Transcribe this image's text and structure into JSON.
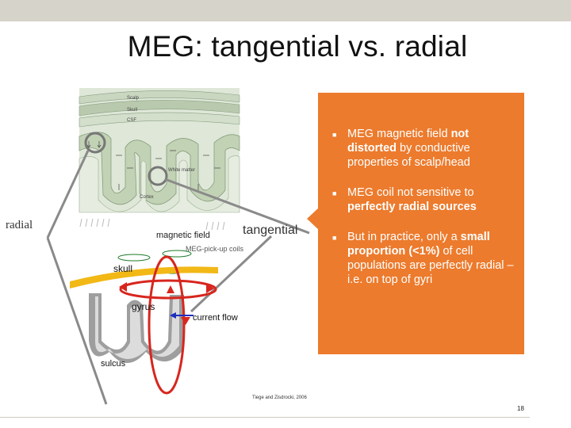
{
  "slide": {
    "title": "MEG: tangential vs. radial",
    "page_number": "18"
  },
  "figure": {
    "radial_label": "radial",
    "tangential_label": "tangential",
    "magnetic_field_label": "magnetic field",
    "pickup_coils_label": "MEG-pick-up coils",
    "skull_label": "skull",
    "gyrus_label": "gyrus",
    "current_flow_label": "current flow",
    "sulcus_label": "sulcus",
    "citation": "Tiege and Zisdrocki, 2006",
    "anatomy_labels": {
      "scalp": "Scalp",
      "skull": "Skull",
      "csf": "CSF",
      "white_matter": "White matter",
      "cortex": "Cortex"
    }
  },
  "callout": {
    "bullet1": {
      "pre": "MEG magnetic field ",
      "bold": "not distorted",
      "post": " by conductive properties of scalp/head"
    },
    "bullet2": {
      "pre": "MEG coil not sensitive to ",
      "bold": "perfectly radial sources"
    },
    "bullet3": {
      "pre": "But in practice, only a ",
      "bold1": "small proportion",
      "mid": " ",
      "bold2": "(<1%)",
      "post": " of cell populations are perfectly radial – i.e. on top of gyri"
    }
  },
  "colors": {
    "callout_bg": "#ec7b2d",
    "top_band": "#d6d3cb",
    "inset_bg": "#dfe8d8",
    "skull_band": "#f2b816",
    "field_loop": "#d7261e",
    "current_arrow": "#1f2fbf"
  }
}
